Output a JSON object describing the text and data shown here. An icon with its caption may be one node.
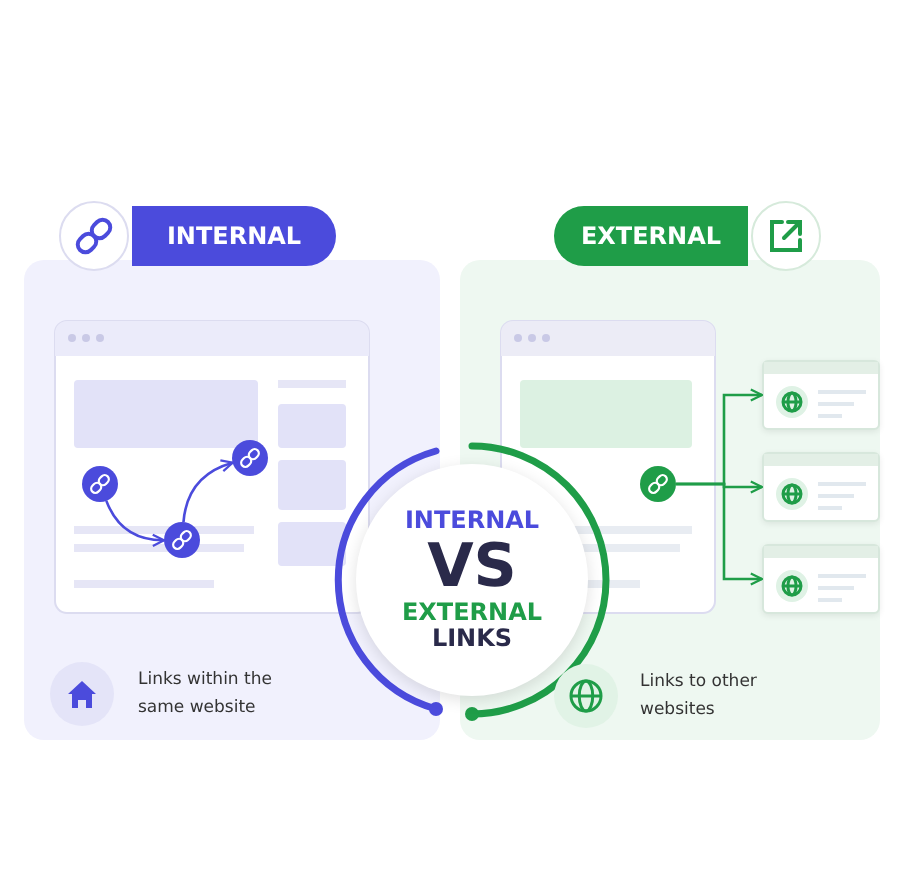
{
  "diagram": {
    "nodes": [
      {
        "text": [
          "INTERNAL"
        ]
      },
      {
        "text": [
          "EXTERNAL"
        ]
      },
      {
        "text": [
          "INTERNAL",
          "VS",
          "EXTERNAL",
          "LINKS"
        ]
      },
      {
        "text": [],
        "shape": "circle"
      },
      {
        "text": [],
        "shape": "circle"
      },
      {
        "text": [],
        "shape": "circle"
      },
      {
        "text": [],
        "shape": "circle"
      },
      {
        "text": [],
        "shape": "box"
      },
      {
        "text": [],
        "shape": "box"
      },
      {
        "text": [],
        "shape": "box"
      }
    ],
    "edges": [
      {
        "from": 3,
        "to": 4,
        "arrow": "to",
        "color": "#4b4bdc"
      },
      {
        "from": 4,
        "to": 5,
        "arrow": "to",
        "color": "#4b4bdc"
      },
      {
        "from": 6,
        "to": 7,
        "arrow": "to"
      },
      {
        "from": 6,
        "to": 8,
        "arrow": "to"
      },
      {
        "from": 6,
        "to": 9,
        "arrow": "to"
      }
    ],
    "labels": [
      "Links within the same website",
      "Links to other websites"
    ]
  }
}
